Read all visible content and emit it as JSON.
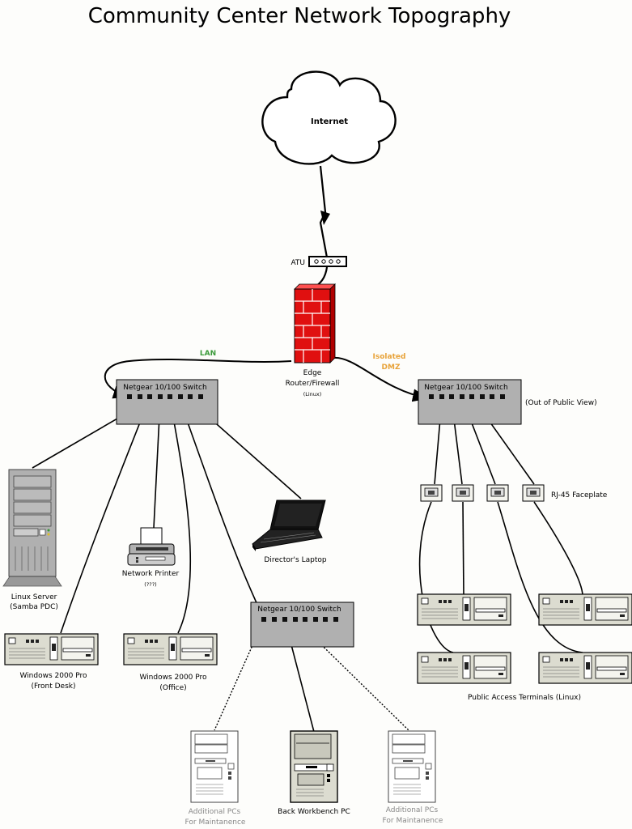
{
  "title": "Community Center Network Topography",
  "nodes": {
    "internet": "Internet",
    "atu": "ATU",
    "router": [
      "Edge",
      "Router/Firewall",
      "(Linux)"
    ],
    "switch_lan": "Netgear 10/100 Switch",
    "switch_dmz": "Netgear 10/100 Switch",
    "switch_dmz_note": "(Out of Public View)",
    "switch_back": "Netgear 10/100 Switch",
    "server": [
      "Linux Server",
      "(Samba PDC)"
    ],
    "printer": [
      "Network Printer",
      "(???)"
    ],
    "laptop": "Director's Laptop",
    "pc_front": [
      "Windows 2000 Pro",
      "(Front Desk)"
    ],
    "pc_office": [
      "Windows 2000 Pro",
      "(Office)"
    ],
    "faceplate": "RJ-45 Faceplate",
    "terminals": "Public Access Terminals (Linux)",
    "add_pc_left": [
      "Additional PCs",
      "For Maintanence"
    ],
    "workbench": "Back Workbench PC",
    "add_pc_right": [
      "Additional PCs",
      "For Maintanence"
    ]
  },
  "links": {
    "lan": "LAN",
    "dmz": [
      "Isolated",
      "DMZ"
    ]
  },
  "colors": {
    "lan": "#3a9a3a",
    "dmz": "#e8a33a",
    "firewall": "#e01010",
    "switch": "#b0b0b0",
    "computer": "#dcdcd0"
  }
}
